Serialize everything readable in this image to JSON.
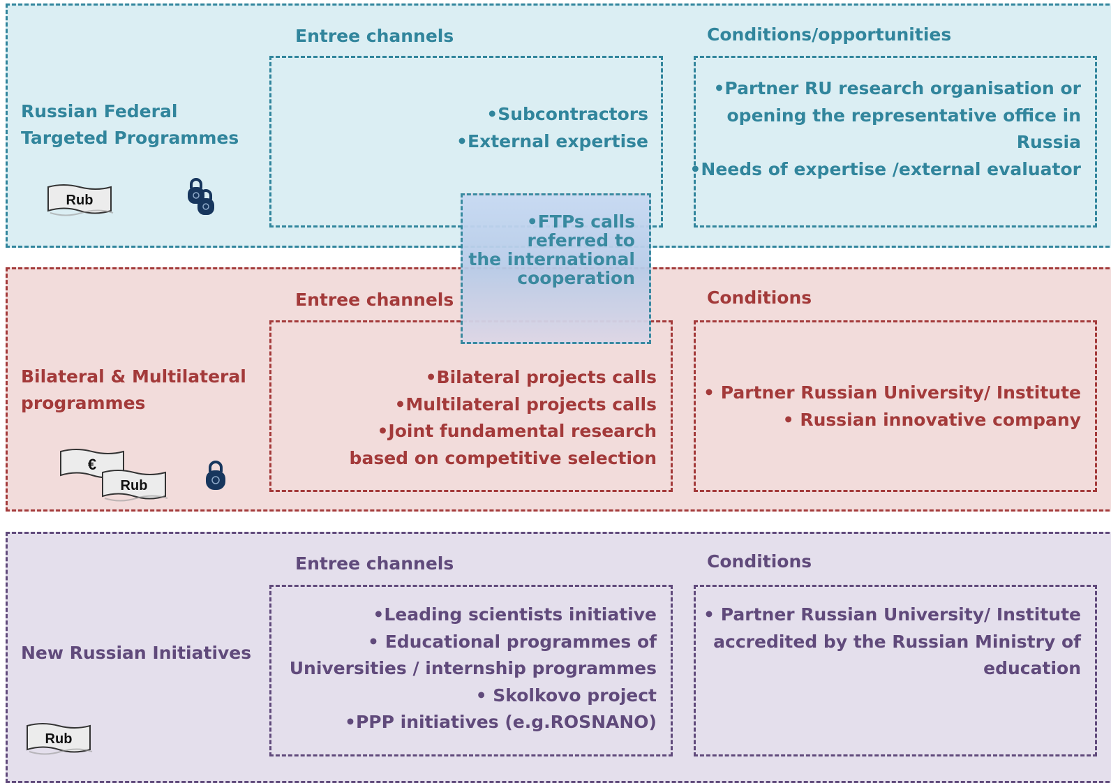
{
  "sections": [
    {
      "title_lines": [
        "Russian Federal",
        "Targeted Programmes"
      ],
      "channels_heading": "Entree channels",
      "channels": [
        "•Subcontractors",
        "•External expertise"
      ],
      "conditions_heading": "Conditions/opportunities",
      "conditions": [
        "•Partner RU research organisation or",
        "opening the representative office in",
        "Russia",
        "•Needs of expertise /external evaluator"
      ],
      "currencies": [
        "Rub"
      ],
      "accent": "#31859c"
    },
    {
      "title_lines": [
        "Bilateral & Multilateral",
        "programmes"
      ],
      "channels_heading": "Entree channels",
      "channels": [
        "•Bilateral projects calls",
        "•Multilateral projects calls",
        "•Joint fundamental research",
        "based on competitive selection"
      ],
      "conditions_heading": "Conditions",
      "conditions": [
        "• Partner Russian University/ Institute",
        "• Russian innovative company"
      ],
      "currencies": [
        "€",
        "Rub"
      ],
      "accent": "#a33a3a"
    },
    {
      "title_lines": [
        "New Russian Initiatives"
      ],
      "channels_heading": "Entree channels",
      "channels": [
        "•Leading scientists initiative",
        "• Educational programmes of",
        "Universities  / internship programmes",
        "• Skolkovo project",
        "•PPP initiatives (e.g.ROSNANO)"
      ],
      "conditions_heading": "Conditions",
      "conditions": [
        "• Partner Russian University/ Institute",
        "accredited by the Russian Ministry of",
        "education"
      ],
      "currencies": [
        "Rub"
      ],
      "accent": "#604a7b"
    }
  ],
  "overlap_box": {
    "lines": [
      "•FTPs calls",
      "referred to",
      "the international",
      "cooperation"
    ]
  }
}
